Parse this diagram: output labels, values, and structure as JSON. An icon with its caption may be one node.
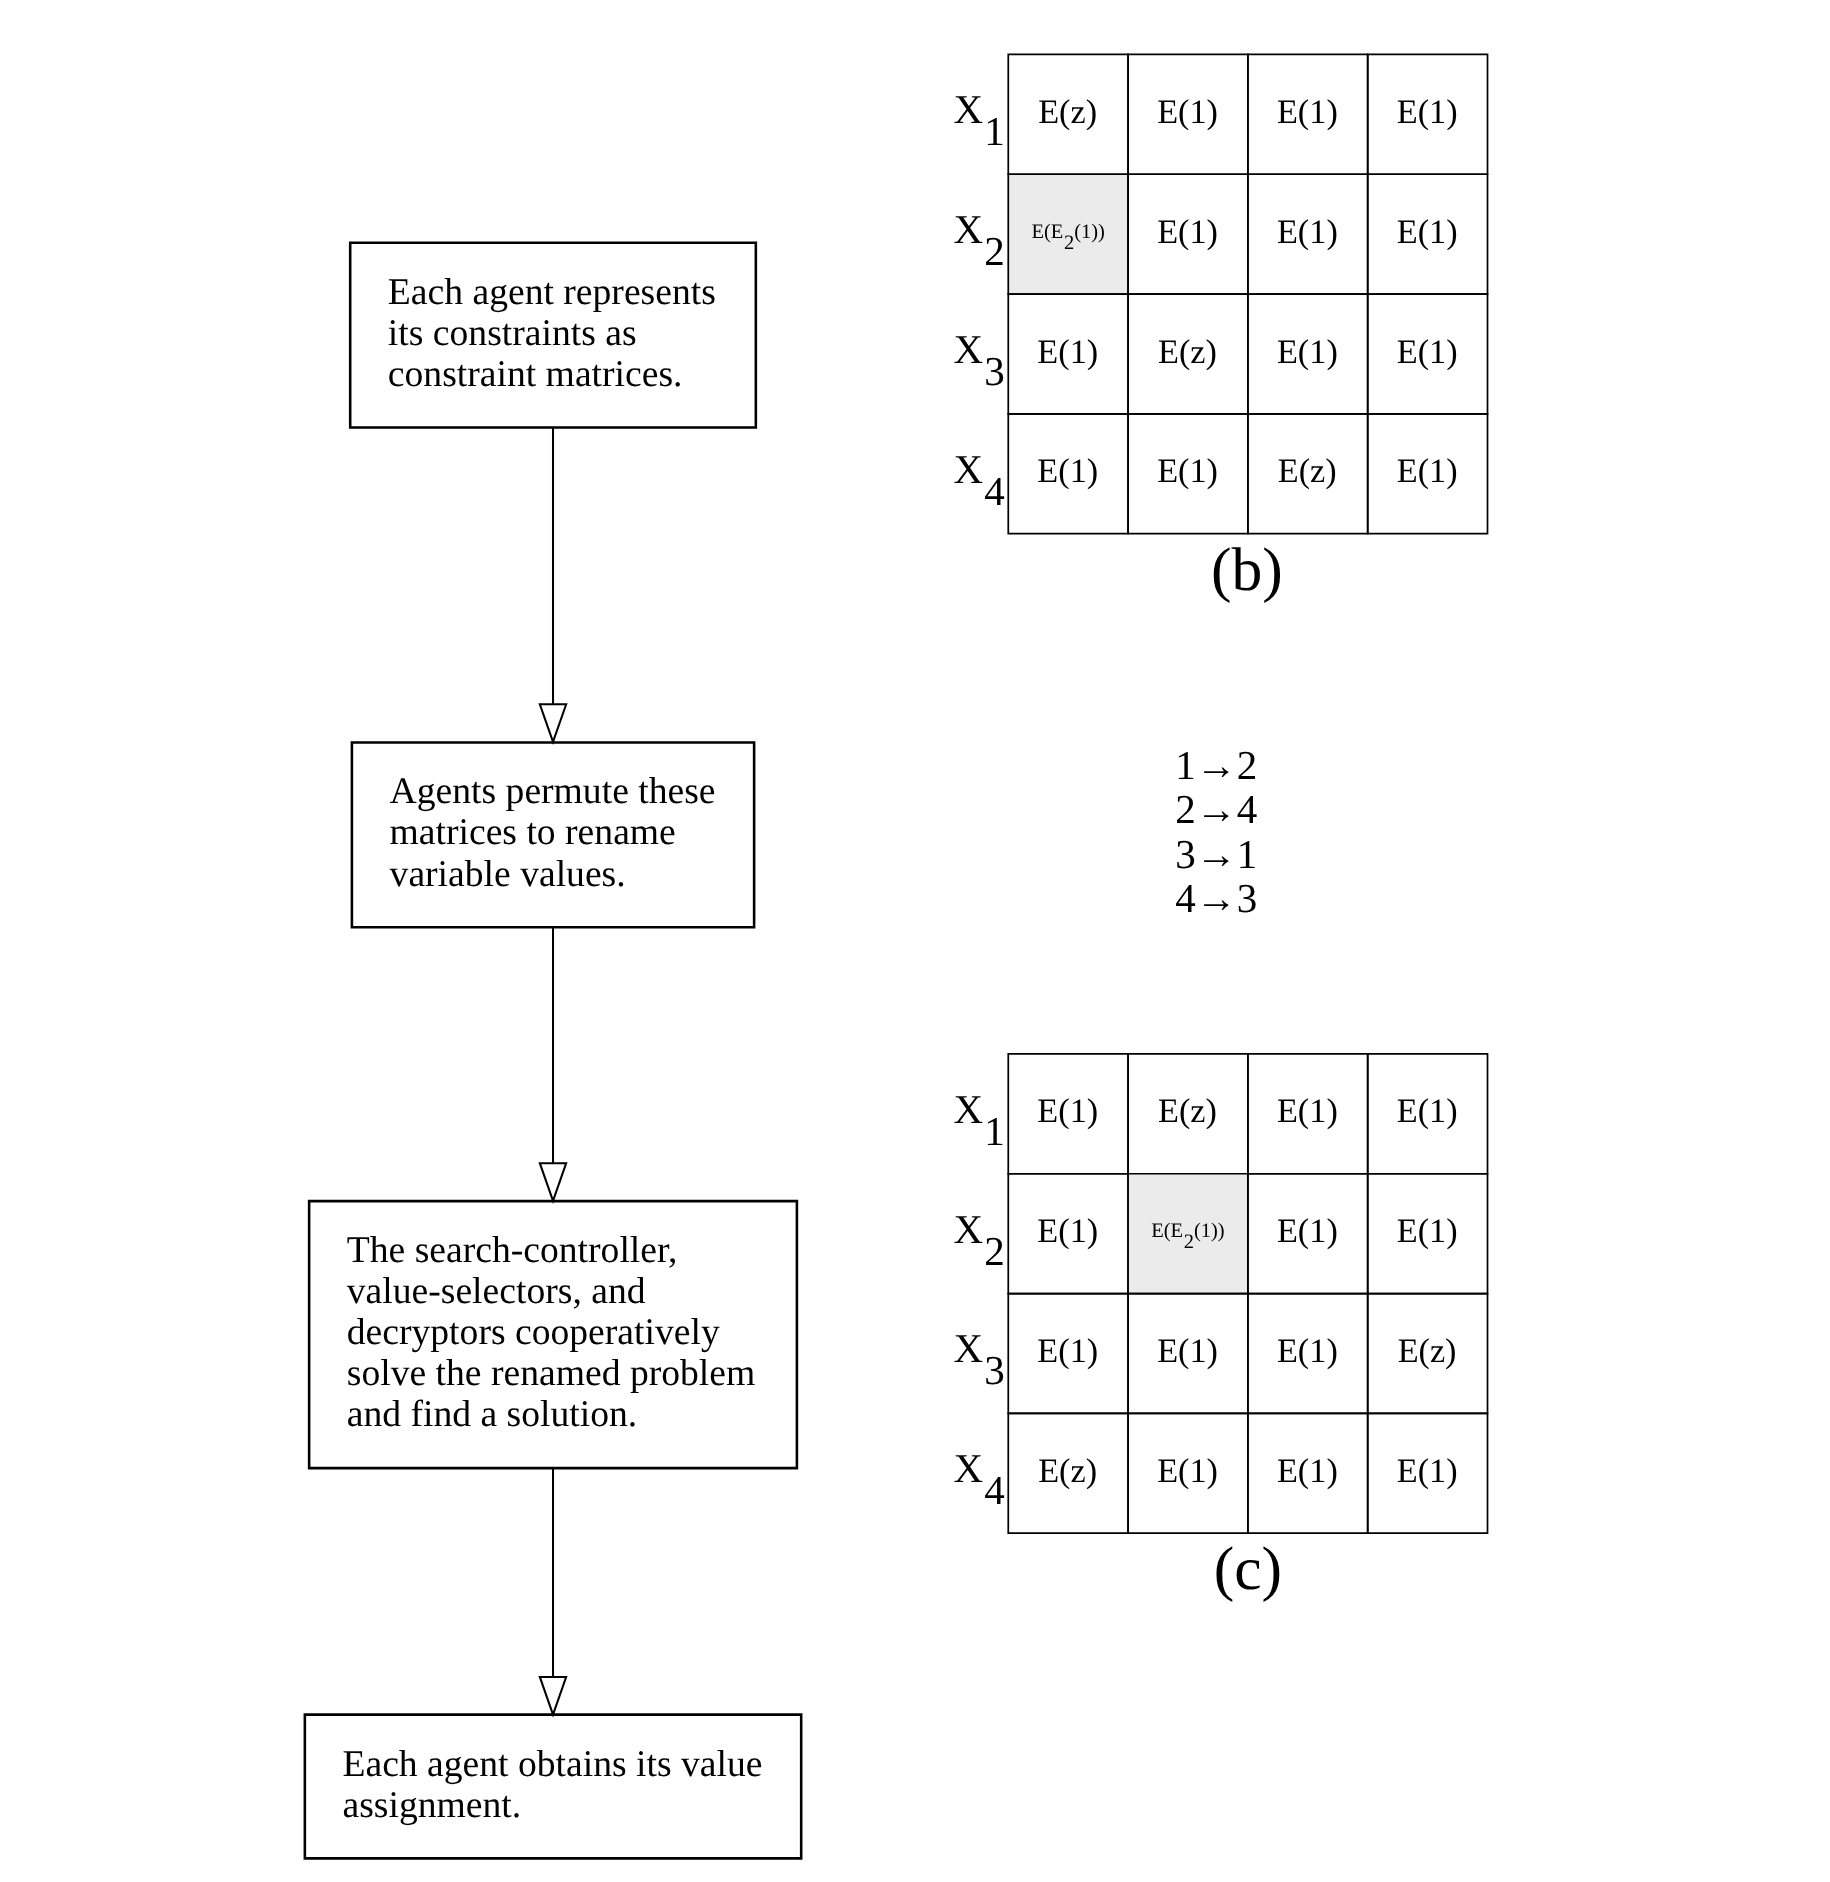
{
  "diagram": {
    "nodes": [
      {
        "text": [
          "Each agent represents its constraints as constraint matrices."
        ]
      },
      {
        "text": [
          "Agents permute these matrices to rename variable values."
        ]
      },
      {
        "text": [
          "The search-controller, value-selectors, and decryptors cooperatively solve the renamed problem and find a solution."
        ]
      },
      {
        "text": [
          "Each agent obtains its value assignment."
        ]
      }
    ],
    "edges": [
      {
        "from": 0,
        "to": 1,
        "arrow": "to"
      },
      {
        "from": 1,
        "to": 2,
        "arrow": "to"
      },
      {
        "from": 2,
        "to": 3,
        "arrow": "to"
      }
    ],
    "labels": [
      "X$_{1}$",
      "E(z)",
      "E(1)",
      "E(1)",
      "E(1)",
      "X$_{2}$",
      "E(E$_{2}$(1))",
      "E(1)",
      "E(1)",
      "E(1)",
      "X$_{3}$",
      "E(1)",
      "E(z)",
      "E(1)",
      "E(1)",
      "X$_{4}$",
      "E(1)",
      "E(1)",
      "E(z)",
      "E(1)",
      "(b)",
      "1→2",
      "2→4",
      "3→1",
      "4→3",
      "X$_{1}$",
      "E(1)",
      "E(z)",
      "E(1)",
      "E(1)",
      "X$_{2}$",
      "E(1)",
      "E(E$_{2}$(1))",
      "E(1)",
      "E(1)",
      "X$_{3}$",
      "E(1)",
      "E(1)",
      "E(1)",
      "E(z)",
      "X$_{4}$",
      "E(z)",
      "E(1)",
      "E(1)",
      "E(1)",
      "(c)"
    ]
  }
}
